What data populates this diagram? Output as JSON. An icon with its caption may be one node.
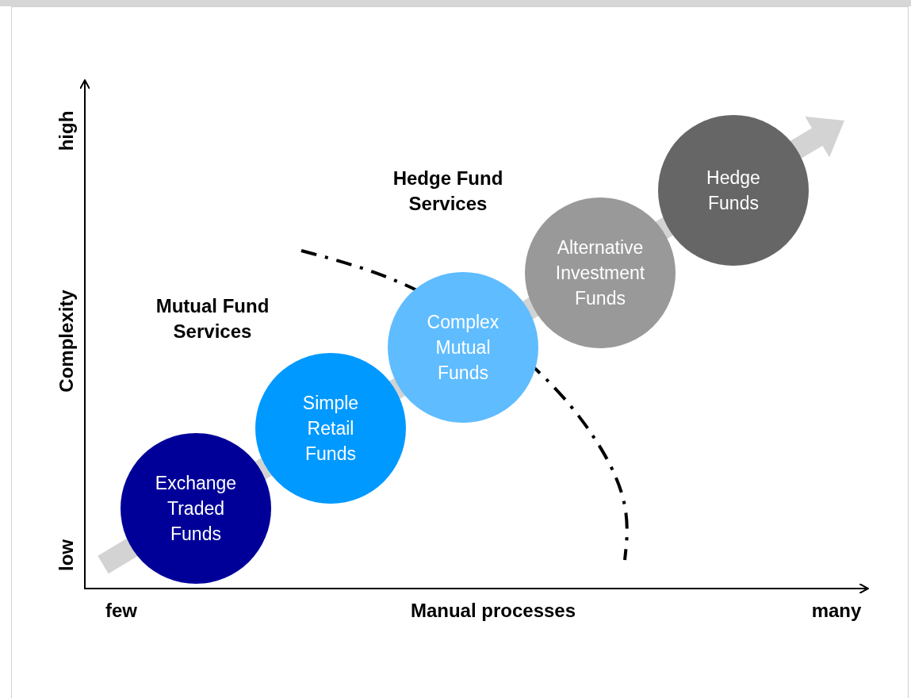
{
  "diagram": {
    "nodes": [
      {
        "text": [
          "Exchange Traded Funds"
        ]
      },
      {
        "text": [
          "Simple Retail Funds"
        ]
      },
      {
        "text": [
          "Complex Mutual Funds"
        ]
      },
      {
        "text": [
          "Alternative Investment Funds"
        ]
      },
      {
        "text": [
          "Hedge Funds"
        ]
      }
    ],
    "labels": [
      "Hedge Fund Services",
      "high",
      "Mutual Fund Services",
      "Complexity",
      "low",
      "few",
      "Manual processes",
      "many"
    ]
  }
}
